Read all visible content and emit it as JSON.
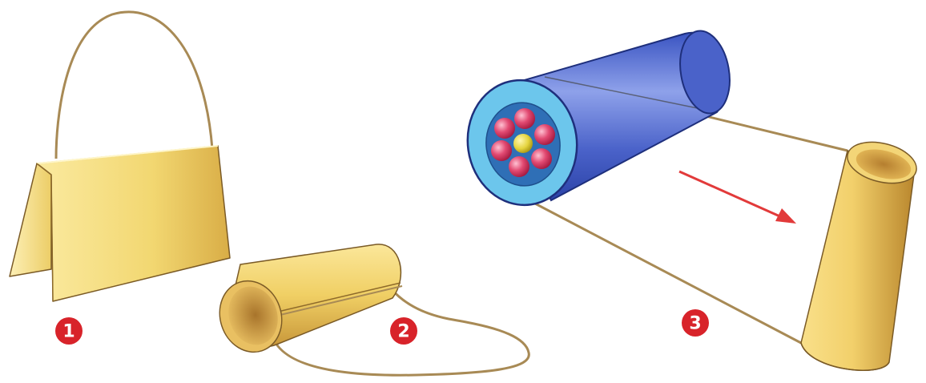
{
  "steps": [
    {
      "number": "1"
    },
    {
      "number": "2"
    },
    {
      "number": "3"
    }
  ],
  "colors": {
    "paper_light": "#fbeaa0",
    "paper_mid": "#ecc95c",
    "paper_dark": "#c7973a",
    "string": "#a88a55",
    "tube_blue": "#4a62c9",
    "tube_blue_light": "#7f93e3",
    "tube_core": "#6cc6ec",
    "tube_core_dark": "#3d86c4",
    "sphere_pink": "#e24a72",
    "sphere_center": "#e5d43f",
    "arrow": "#e23a3a",
    "badge": "#d8232a"
  },
  "icons": [
    "folded-card",
    "rolled-card",
    "blue-cylinder",
    "yellow-tube",
    "direction-arrow"
  ]
}
